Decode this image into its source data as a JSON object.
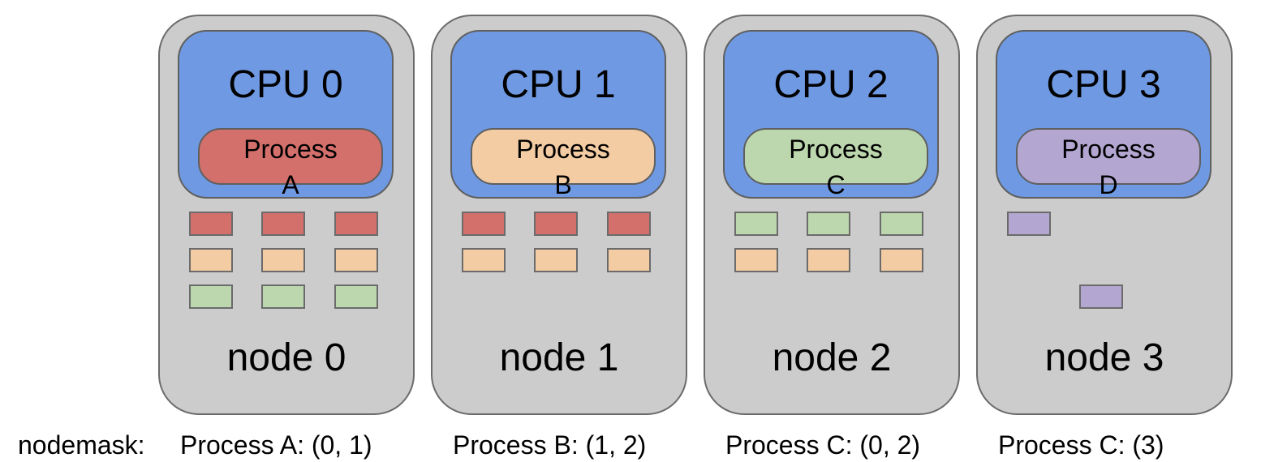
{
  "colors": {
    "node_bg": "#cccccc",
    "cpu_bg": "#6f9ae3",
    "process_a": "#d4706b",
    "process_b": "#f3cca3",
    "process_c": "#bcd7ad",
    "process_d": "#b3a7d2"
  },
  "nodes": [
    {
      "cpu_label": "CPU 0",
      "process_label": "Process A",
      "process_color": "#d4706b",
      "node_label": "node 0",
      "memory_blocks": [
        [
          "#d4706b",
          "#d4706b",
          "#d4706b"
        ],
        [
          "#f3cca3",
          "#f3cca3",
          "#f3cca3"
        ],
        [
          "#bcd7ad",
          "#bcd7ad",
          "#bcd7ad"
        ]
      ]
    },
    {
      "cpu_label": "CPU 1",
      "process_label": "Process B",
      "process_color": "#f3cca3",
      "node_label": "node 1",
      "memory_blocks": [
        [
          "#d4706b",
          "#d4706b",
          "#d4706b"
        ],
        [
          "#f3cca3",
          "#f3cca3",
          "#f3cca3"
        ]
      ]
    },
    {
      "cpu_label": "CPU 2",
      "process_label": "Process C",
      "process_color": "#bcd7ad",
      "node_label": "node 2",
      "memory_blocks": [
        [
          "#bcd7ad",
          "#bcd7ad",
          "#bcd7ad"
        ],
        [
          "#f3cca3",
          "#f3cca3",
          "#f3cca3"
        ]
      ]
    },
    {
      "cpu_label": "CPU 3",
      "process_label": "Process D",
      "process_color": "#b3a7d2",
      "node_label": "node 3",
      "memory_blocks": [
        [
          "#b3a7d2",
          null,
          null
        ],
        [
          null,
          null,
          null
        ],
        [
          null,
          "#b3a7d2",
          null
        ]
      ]
    }
  ],
  "captions": {
    "prefix": "nodemask:",
    "items": [
      "Process A: (0, 1)",
      "Process B: (1, 2)",
      "Process C: (0, 2)",
      "Process C: (3)"
    ]
  }
}
